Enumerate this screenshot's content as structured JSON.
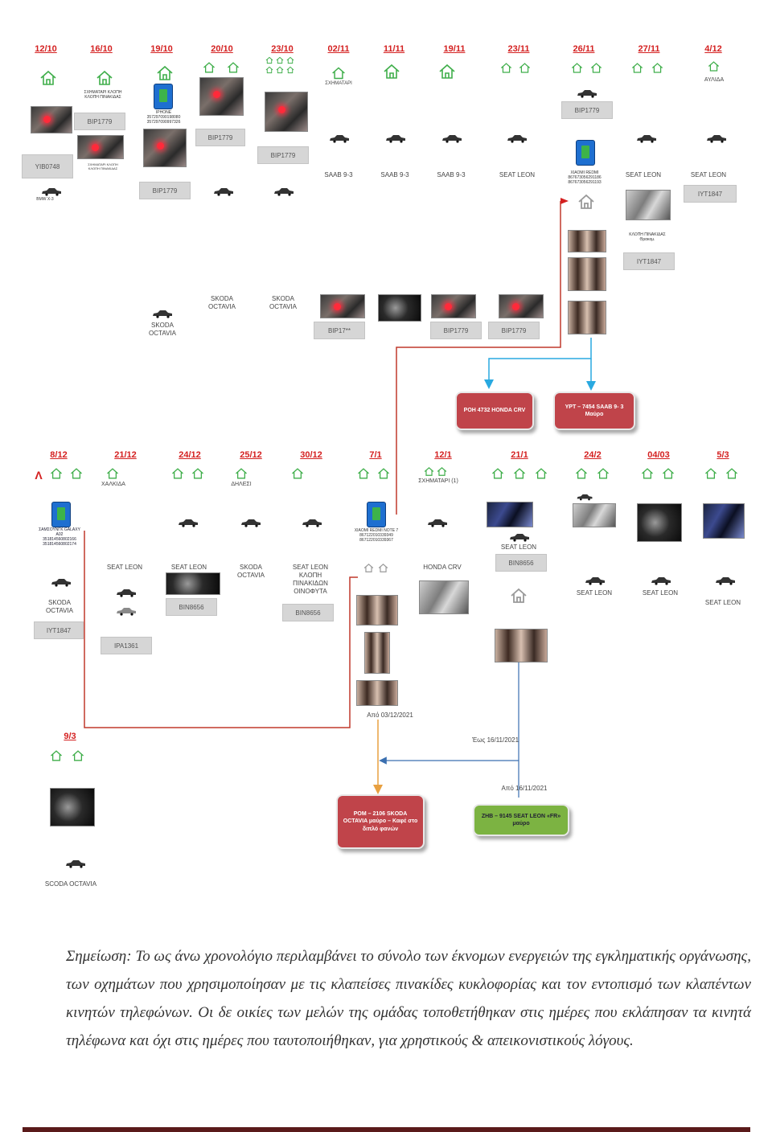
{
  "timeline_row1": {
    "dates": [
      "12/10",
      "16/10",
      "19/10",
      "20/10",
      "23/10",
      "02/11",
      "11/11",
      "19/11",
      "23/11",
      "26/11",
      "27/11",
      "4/12"
    ],
    "location_labels": {
      "sximatari": "ΣΧΗΜΑΤΑΡΙ",
      "avlida": "ΑΥΛΙΔΑ"
    },
    "phone_text_19_10": "IPHONE\n357297090198080\n357297090997326",
    "phone_text_16_10": "ΣΧΗΜΑΤΑΡΙ ΚΛΟΠΗ\nΚΛΟΠΗ ΠΙΝΑΚΙΔΑΣ",
    "phone_text_26_10": "XIAOMI REDMI\n867673056291186\n867673056291193",
    "plates": {
      "p12_10": "ΥΙΒ0748",
      "p16_10": "ΒΙΡ1779",
      "p19_10": "ΒΙΡ1779",
      "p20_10": "ΒΙΡ1779",
      "p23_10": "ΒΙΡ1779",
      "p26_11": "ΒΙΡ1779",
      "p4_12": "ΙΥΤ1847",
      "p27_11": "ΙΥΤ1847"
    },
    "cars": {
      "c12_10": "BMW X-3",
      "c02_11": "SAAB 9-3",
      "c11_11": "SAAB 9-3",
      "c19_11": "SAAB 9-3",
      "c23_11": "SEAT LEON",
      "c27_11": "SEAT LEON",
      "c4_12": "SEAT LEON"
    },
    "arrest_note_27_11": "ΚΛΟΠΗ ΠΙΝΑΚΙΔΑΣ\nΘρακομ.",
    "second_row": {
      "skoda1": "SKODA\nOCTAVIA",
      "skoda2": "SKODA\nOCTAVIA",
      "skoda3": "SKODA\nOCTAVIA",
      "plate_a": "ΒΙΡ17**",
      "plate_b": "ΒΙΡ1779",
      "plate_c": "ΒΙΡ1779"
    },
    "boxes": {
      "honda": "ΡΟΗ 4732 HONDA\nCRV",
      "saab": "ΥΡΤ – 7454 SAAB 9-\n3 Μαύρο"
    }
  },
  "timeline_row2": {
    "dates": [
      "8/12",
      "21/12",
      "24/12",
      "25/12",
      "30/12",
      "7/1",
      "12/1",
      "21/1",
      "24/2",
      "04/03",
      "5/3"
    ],
    "location_labels": {
      "chalkida": "ΧΑΛΚΙΔΑ",
      "dilesi": "ΔΗΛΕΣΙ",
      "sximatari": "ΣΧΗΜΑΤΑΡΙ (1)",
      "lambda": "Λ"
    },
    "phone_text_8_12": "ΣΑΜΣΟΥΝΓΚ GALAXY\nA02\n351814560802166\n351814560802174",
    "phone_text_7_1": "XIAOMI REDMI NOTE 7\n867122010339349\n867122010339367",
    "cars": {
      "c8_12": "SKODA\nOCTAVIA",
      "c21_12": "SEAT LEON",
      "c24_12": "SEAT LEON",
      "c25_12": "SKODA\nOCTAVIA",
      "c30_12": "SEAT LEON\nΚΛΟΠΗ\nΠΙΝΑΚΙΔΩΝ\nΟΙΝΟΦΥΤΑ",
      "c12_1": "HONDA CRV",
      "c21_1": "SEAT LEON",
      "c24_2": "SEAT LEON",
      "c04_03": "SEAT LEON",
      "c5_3": "SEAT LEON"
    },
    "plates": {
      "p8_12": "ΙΥΤ1847",
      "p21_12": "ΙΡΑ1361",
      "p24_12": "ΒΙΝ8656",
      "p30_12": "ΒΙΝ8656",
      "p21_1": "ΒΙΝ8656"
    },
    "since_1": "Από 03/12/2021",
    "since_2": "Έως 16/11/2021",
    "since_3": "Από 16/11/2021",
    "boxes": {
      "skoda": "ΡΟΜ – 2106 SKODA\nOCTAVIA μαύρο –\nΚαφέ στο διπλό\nφανών",
      "seat": "ΖΗΒ – 9145 SEAT LEON\n«FR» μαύρο"
    }
  },
  "timeline_row3": {
    "dates": [
      "9/3"
    ],
    "car": "SCODA OCTAVIA"
  },
  "note": "Σημείωση: Το ως άνω χρονολόγιο περιλαμβάνει το σύνολο των έκνομων ενεργειών της εγκληματικής οργάνωσης, των οχημάτων που χρησιμοποίησαν με τις κλαπείσες πινακίδες κυκλοφορίας και τον εντοπισμό των κλαπέντων κινητών τηλεφώνων. Οι δε οικίες των μελών της ομάδας τοποθετήθηκαν στις ημέρες που εκλάπησαν τα κινητά τηλέφωνα και όχι στις ημέρες που ταυτοποιήθηκαν, για χρηστικούς & απεικονιστικούς λόγους.",
  "colors": {
    "date_red": "#d42020",
    "line_red": "#c0392b",
    "line_blue": "#29a9e0",
    "box_red": "#c0444a",
    "box_green": "#7cb342",
    "house_green": "#3fae4a"
  }
}
